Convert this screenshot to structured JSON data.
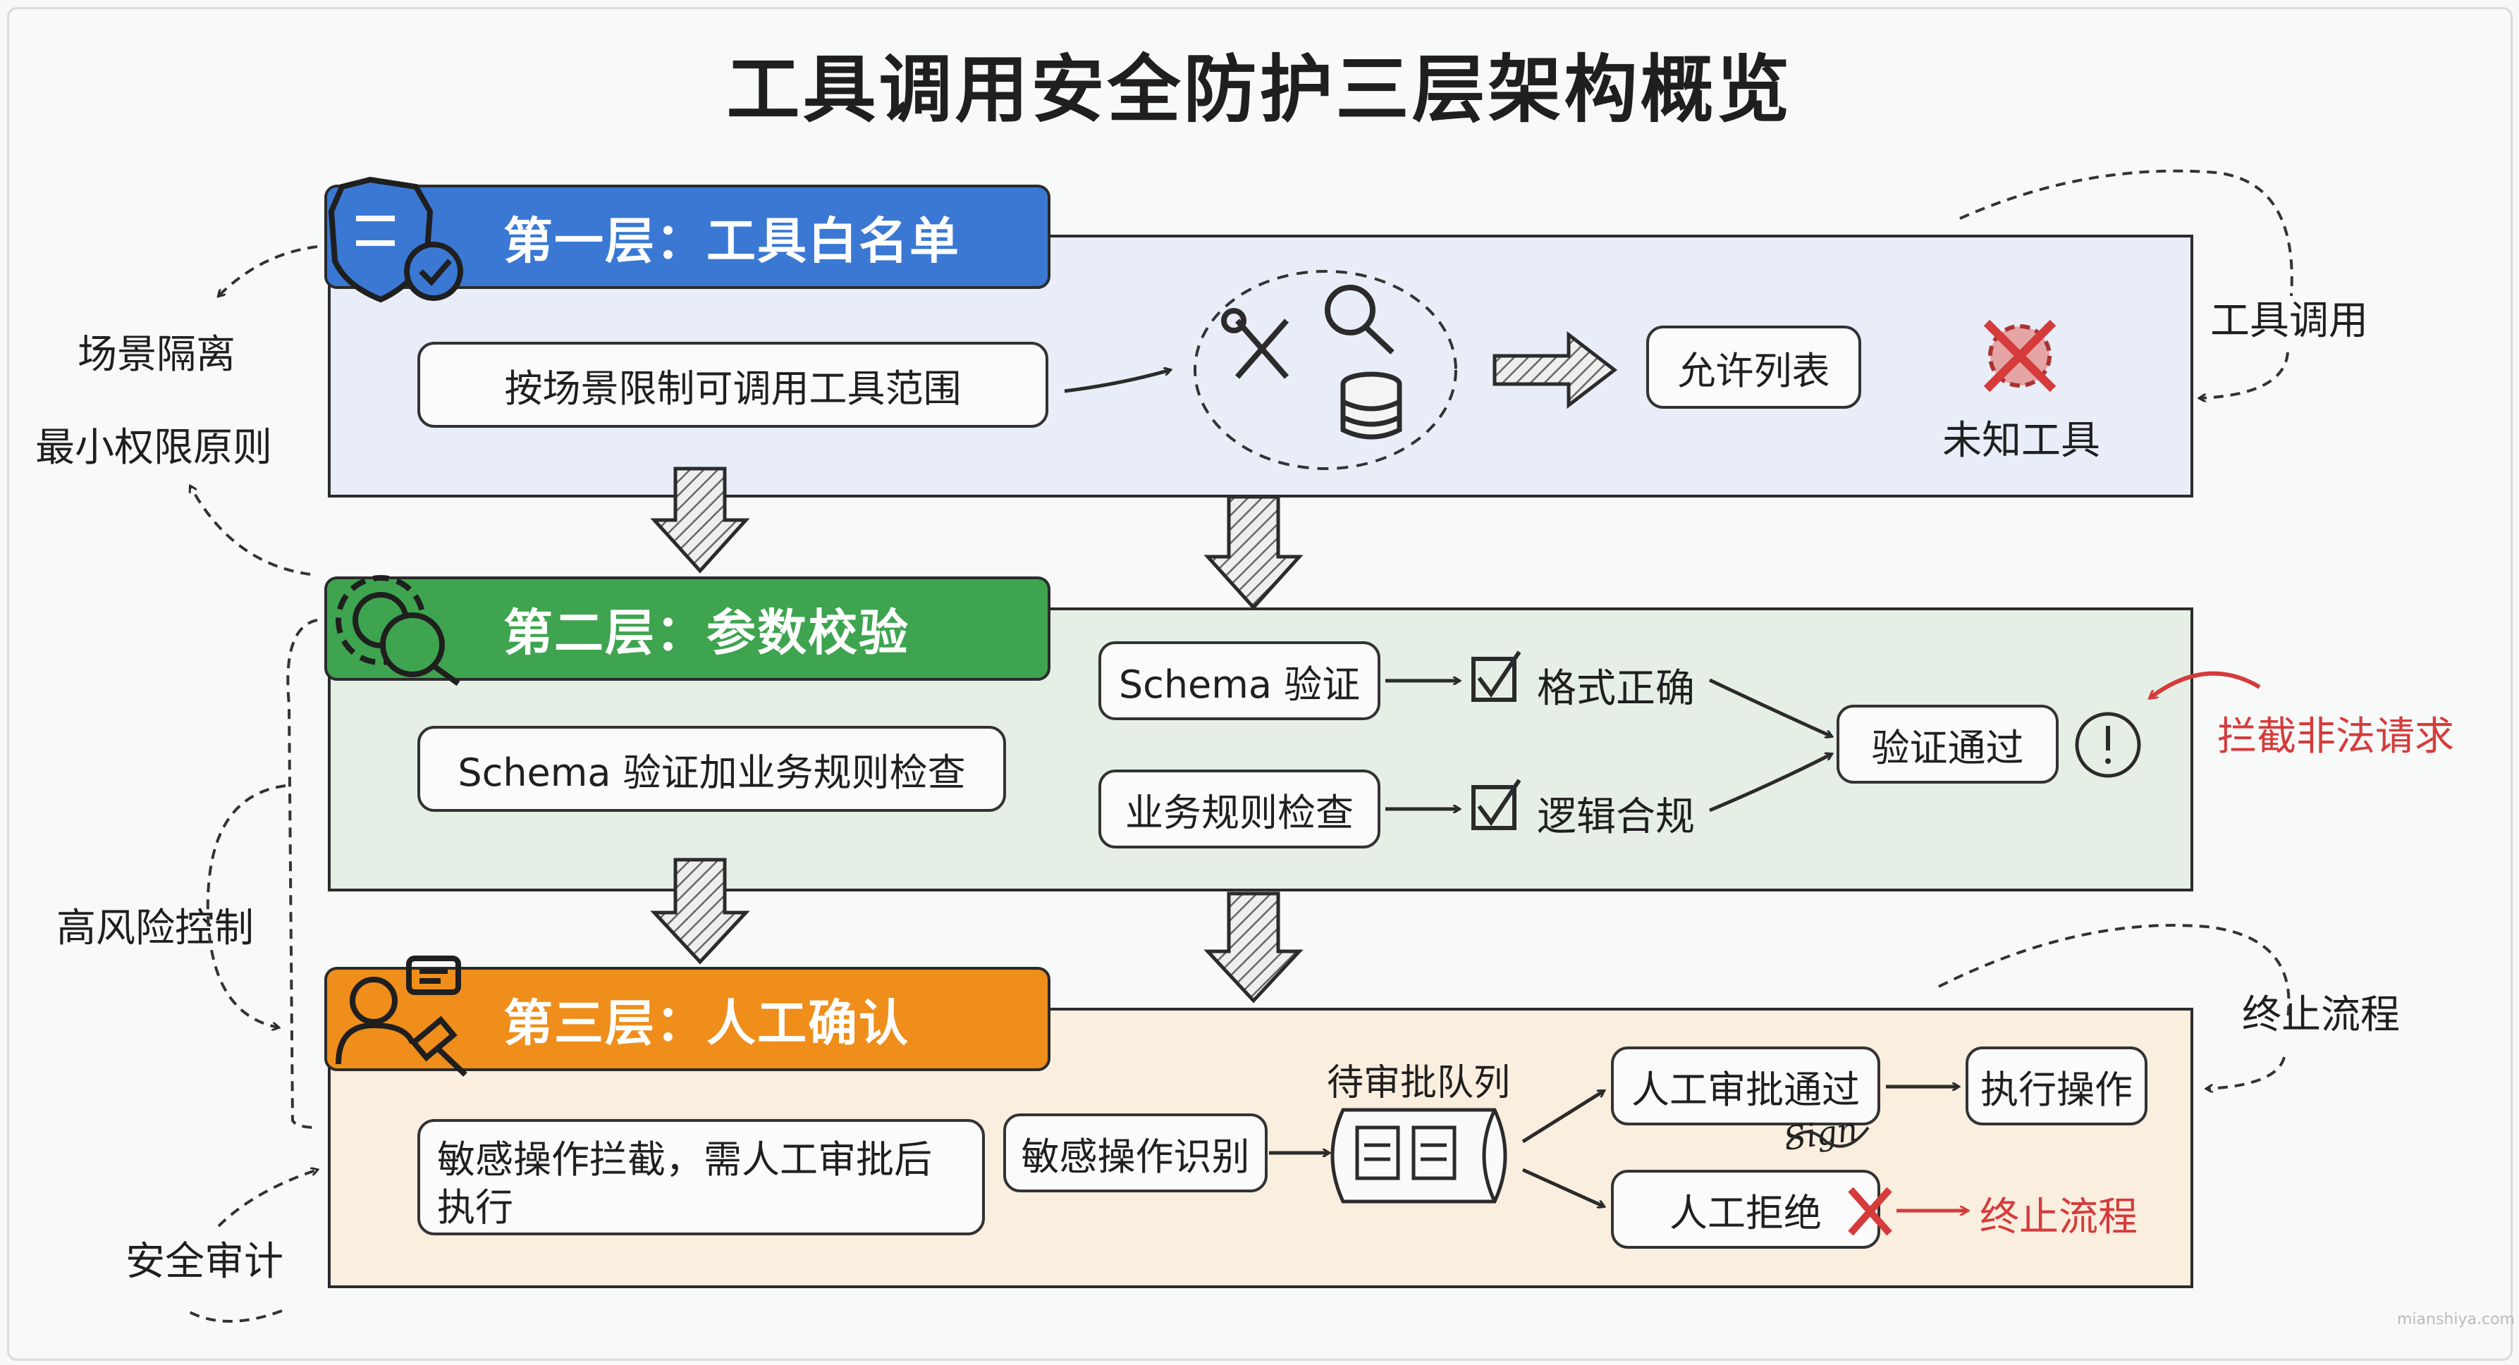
{
  "title": "工具调用安全防护三层架构概览",
  "layers": [
    {
      "label": "第一层：工具白名单",
      "color": "#3a78d4",
      "icon": "shield-checklist-icon"
    },
    {
      "label": "第二层：参数校验",
      "color": "#3ea44f",
      "icon": "gear-magnifier-icon"
    },
    {
      "label": "第三层：人工确认",
      "color": "#ef8e1b",
      "icon": "person-gavel-icon"
    }
  ],
  "layer1": {
    "description": "按场景限制可调用工具范围",
    "allow_list": "允许列表",
    "unknown_tool": "未知工具",
    "tool_icons": [
      "wrench-screwdriver-icon",
      "magnifier-icon",
      "database-icon"
    ]
  },
  "layer2": {
    "description": "Schema 验证加业务规则检查",
    "schema_check": "Schema 验证",
    "business_check": "业务规则检查",
    "format_ok": "格式正确",
    "logic_ok": "逻辑合规",
    "passed": "验证通过",
    "intercept": "拦截非法请求"
  },
  "layer3": {
    "description": "敏感操作拦截，需人工审批后执行",
    "identify": "敏感操作识别",
    "queue": "待审批队列",
    "approved": "人工审批通过",
    "execute": "执行操作",
    "rejected": "人工拒绝",
    "terminate": "终止流程"
  },
  "side_labels": {
    "scene_isolation": "场景隔离",
    "least_privilege": "最小权限原则",
    "high_risk": "高风险控制",
    "audit": "安全审计",
    "tool_call": "工具调用",
    "terminate": "终止流程"
  },
  "signature_text": "Sign",
  "watermark": "mianshiya.com",
  "colors": {
    "blue": "#3a78d4",
    "green": "#3ea44f",
    "orange": "#ef8e1b",
    "alert_red": "#d63b3b"
  }
}
